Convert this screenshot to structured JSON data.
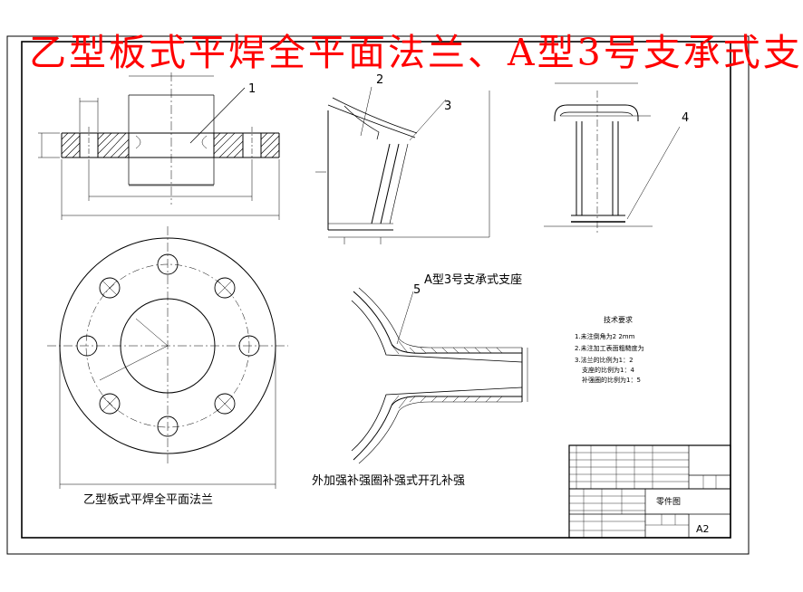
{
  "title": "乙型板式平焊全平面法兰、A型3号支承式支",
  "colors": {
    "title": "#ff0000",
    "line": "#000000",
    "frame": "#000000",
    "background": "#ffffff"
  },
  "callouts": [
    "1",
    "2",
    "3",
    "4",
    "5"
  ],
  "labels": {
    "flange": "乙型板式平焊全平面法兰",
    "support": "A型3号支承式支座",
    "reinforcement": "外加强补强圈补强式开孔补强"
  },
  "tech_requirements": {
    "heading": "技术要求",
    "items": [
      "1.未注倒角为2 2mm",
      "2.未注加工表面粗糙度为",
      "3.法兰的比例为1：2",
      "支座的比例为1：4",
      "补强圈的比例为1：5"
    ]
  },
  "title_block": {
    "drawing_name": "零件图",
    "sheet_size": "A2"
  }
}
